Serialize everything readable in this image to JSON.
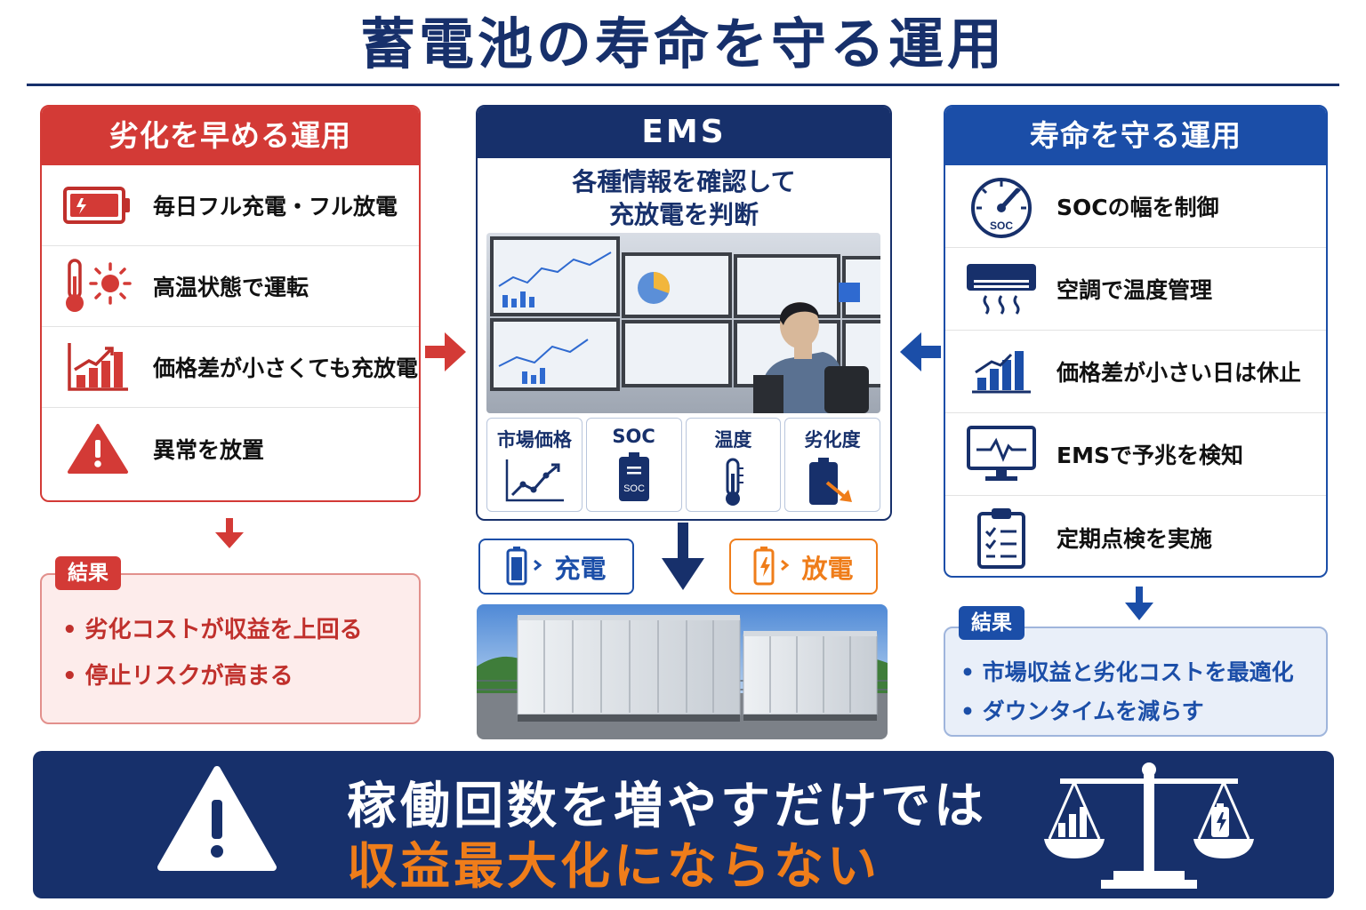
{
  "title": "蓄電池の寿命を守る運用",
  "left": {
    "heading": "劣化を早める運用",
    "items": [
      {
        "label": "毎日フル充電・フル放電",
        "icon": "battery-full-icon"
      },
      {
        "label": "高温状態で運転",
        "icon": "thermometer-sun-icon"
      },
      {
        "label": "価格差が小さくても充放電",
        "icon": "bar-chart-icon"
      },
      {
        "label": "異常を放置",
        "icon": "warning-icon"
      }
    ],
    "result_tag": "結果",
    "results": [
      "• 劣化コストが収益を上回る",
      "• 停止リスクが高まる"
    ]
  },
  "center": {
    "heading": "EMS",
    "subtitle_line1": "各種情報を確認して",
    "subtitle_line2": "充放電を判断",
    "tiles": [
      {
        "label": "市場価格",
        "icon": "line-chart-icon"
      },
      {
        "label": "SOC",
        "icon": "battery-soc-icon",
        "icon_text": "SOC"
      },
      {
        "label": "温度",
        "icon": "thermometer-icon"
      },
      {
        "label": "劣化度",
        "icon": "battery-degradation-icon"
      }
    ],
    "charge_label": "充電",
    "discharge_label": "放電"
  },
  "right": {
    "heading": "寿命を守る運用",
    "items": [
      {
        "label": "SOCの幅を制御",
        "icon": "gauge-icon",
        "icon_text": "SOC"
      },
      {
        "label": "空調で温度管理",
        "icon": "air-conditioner-icon"
      },
      {
        "label": "価格差が小さい日は休止",
        "icon": "bar-chart-icon"
      },
      {
        "label": "EMSで予兆を検知",
        "icon": "monitor-pulse-icon"
      },
      {
        "label": "定期点検を実施",
        "icon": "clipboard-checklist-icon"
      }
    ],
    "result_tag": "結果",
    "results": [
      "• 市場収益と劣化コストを最適化",
      "• ダウンタイムを減らす"
    ]
  },
  "banner": {
    "line1": "稼働回数を増やすだけでは",
    "line2": "収益最大化にならない"
  },
  "colors": {
    "navy": "#17306b",
    "red": "#d33a36",
    "blue": "#1b4ea8",
    "orange": "#ef7d1a"
  }
}
